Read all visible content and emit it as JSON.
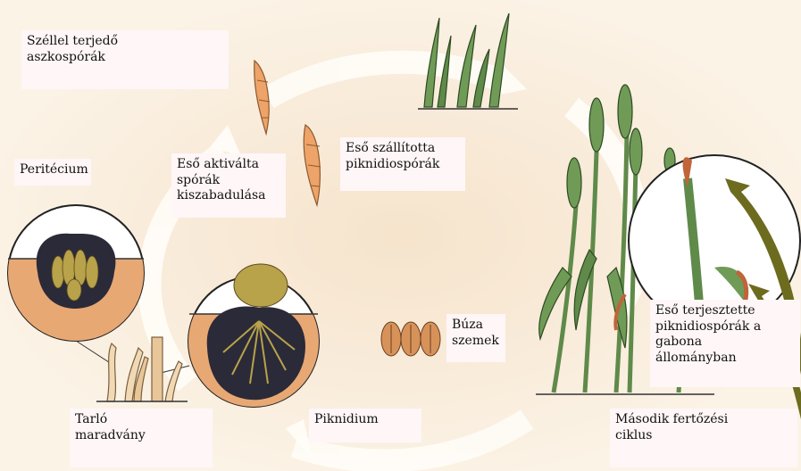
{
  "labels": {
    "wind_ascospores": "Széllel terjedő\naszkospórák",
    "perithecium": "Peritécium",
    "rain_activated": "Eső aktiválta\nspórák\nkiszabadulása",
    "rain_pycnidiospores": "Eső szállította\npiknidiospórák",
    "wheat_grains": "Búza\nszemek",
    "rain_spread_field": "Eső terjesztette\npiknidiospórák a\ngabona\nállományban",
    "stubble": "Tarló\nmaradvány",
    "pycnidium": "Piknidium",
    "second_cycle": "Második fertőzési\nciklus"
  },
  "colors": {
    "background": "#fbf3e6",
    "label_bg": "#fff6f7",
    "soil": "#e8a874",
    "leaf_green": "#5f8a4a",
    "spore_orange": "#eea368",
    "arrow_olive": "#6d6b1e"
  }
}
